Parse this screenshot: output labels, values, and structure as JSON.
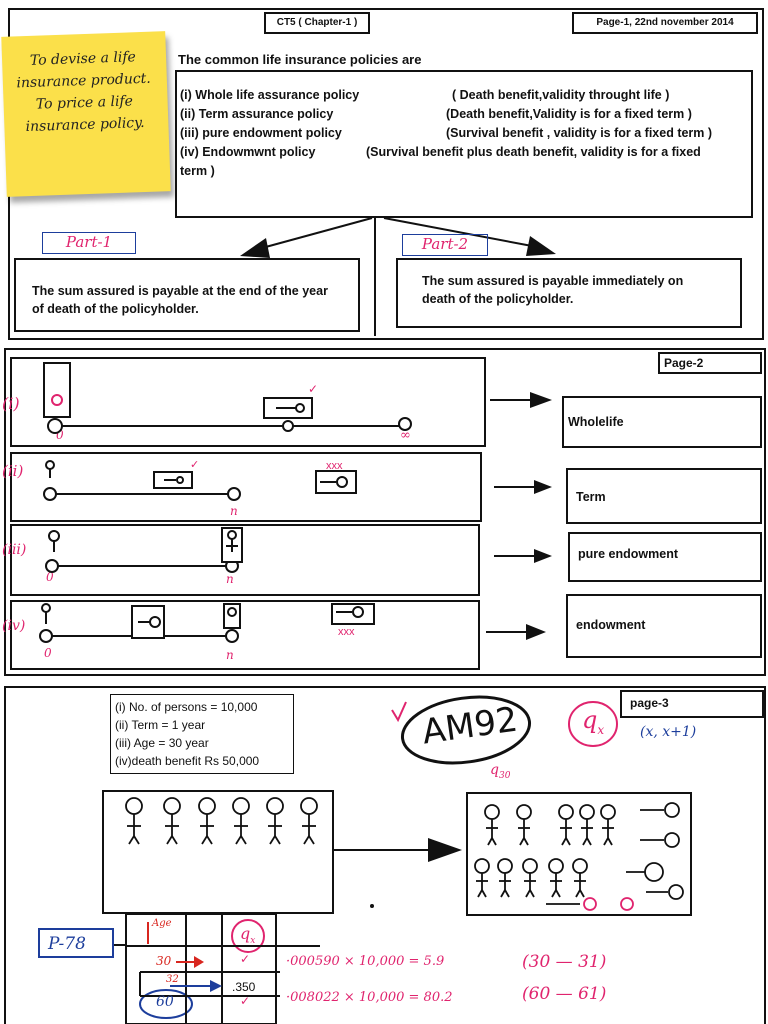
{
  "page1": {
    "header_left": "CT5 ( Chapter-1 )",
    "header_right": "Page-1, 22nd november 2014",
    "sticky_lines": [
      "To devise a life",
      "insurance product.",
      "To price a life",
      "insurance policy."
    ],
    "title": "The common life insurance policies are",
    "policies": [
      {
        "name": "(i) Whole life assurance policy",
        "desc": "( Death benefit,validity  throught life )"
      },
      {
        "name": "(ii) Term assurance policy",
        "desc": "(Death benefit,Validity is for a fixed term )"
      },
      {
        "name": "(iii) pure endowment policy",
        "desc": "(Survival benefit , validity is for a fixed term )"
      },
      {
        "name": "(iv) Endowmwnt policy",
        "desc": "(Survival benefit plus death benefit, validity is for a fixed"
      }
    ],
    "policies_wrap": "term )",
    "part1_label": "Part-1",
    "part2_label": "Part-2",
    "part1_text": "The sum assured is payable at the end of the year of death of the policyholder.",
    "part2_text": "The sum assured is payable immediately on death of the policyholder."
  },
  "page2": {
    "page_label": "Page-2",
    "row_markers": [
      "(i)",
      "(ii)",
      "(iii)",
      "(iv)"
    ],
    "labels": [
      "Wholelife",
      "Term",
      "pure endowment",
      "endowment"
    ],
    "time_zero": "0",
    "time_n": "n",
    "time_inf": "∞",
    "marks": [
      "✓",
      "✓",
      "xxx",
      "xxx"
    ]
  },
  "page3": {
    "page_label": "page-3",
    "facts": [
      "(i) No. of persons = 10,000",
      "(ii) Term = 1 year",
      "(iii) Age   = 30 year",
      "(iv)death benefit Rs 50,000"
    ],
    "am_label": "AM92",
    "qx_label": "q",
    "qx_sub": "x",
    "qx_pair": "(x, x+1)",
    "q30_label": "q",
    "q30_sub": "30",
    "p_label": "P-78",
    "table_age": "Age",
    "table_q": "q",
    "table_q_sub": "x",
    "row1_age": "30",
    "row2_age": "32",
    "row3_age": "60",
    "row1_val": ".350",
    "calc1": "·000590 × 10,000 = 5.9",
    "calc2": "·008022 × 10,000 = 80.2",
    "range1": "(30 — 31)",
    "range2": "(60 — 61)"
  },
  "colors": {
    "pink": "#e0246e",
    "blue": "#1d3e9c",
    "sticky": "#fbe04a",
    "red": "#d8261f"
  }
}
